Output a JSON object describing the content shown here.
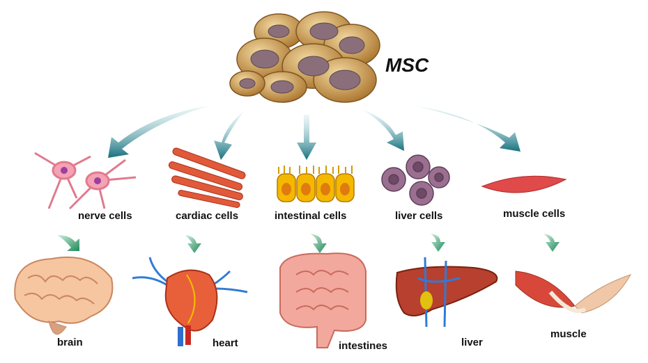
{
  "title": "MSC",
  "cells": [
    {
      "label": "nerve cells"
    },
    {
      "label": "cardiac cells"
    },
    {
      "label": "intestinal cells"
    },
    {
      "label": "liver cells"
    },
    {
      "label": "muscle cells"
    }
  ],
  "organs": [
    {
      "label": "brain"
    },
    {
      "label": "heart"
    },
    {
      "label": "intestines"
    },
    {
      "label": "liver"
    },
    {
      "label": "muscle"
    }
  ],
  "colors": {
    "arrow": "#1f7f8c",
    "small_arrow": "#2e9a6a",
    "msc": "#c89a4e",
    "nucleus": "#8a6f7a"
  }
}
